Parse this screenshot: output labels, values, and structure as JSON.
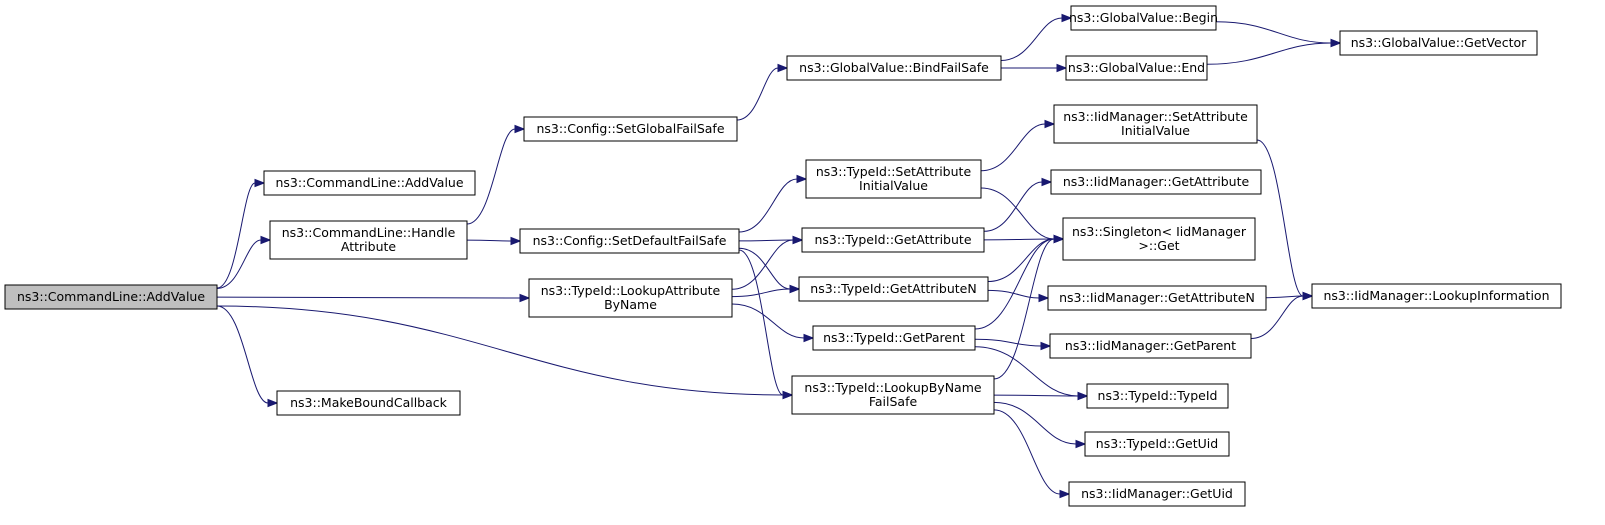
{
  "diagram": {
    "type": "call-graph",
    "nodes": [
      {
        "id": "root",
        "lines": [
          "ns3::CommandLine::AddValue"
        ],
        "highlighted": true
      },
      {
        "id": "cl_addvalue",
        "lines": [
          "ns3::CommandLine::AddValue"
        ]
      },
      {
        "id": "cl_handleattr",
        "lines": [
          "ns3::CommandLine::Handle",
          "Attribute"
        ]
      },
      {
        "id": "make_bound",
        "lines": [
          "ns3::MakeBoundCallback"
        ]
      },
      {
        "id": "cfg_setglobal",
        "lines": [
          "ns3::Config::SetGlobalFailSafe"
        ]
      },
      {
        "id": "cfg_setdefault",
        "lines": [
          "ns3::Config::SetDefaultFailSafe"
        ]
      },
      {
        "id": "tid_lookupattr",
        "lines": [
          "ns3::TypeId::LookupAttribute",
          "ByName"
        ]
      },
      {
        "id": "gv_bindfailsafe",
        "lines": [
          "ns3::GlobalValue::BindFailSafe"
        ]
      },
      {
        "id": "gv_begin",
        "lines": [
          "ns3::GlobalValue::Begin"
        ]
      },
      {
        "id": "gv_end",
        "lines": [
          "ns3::GlobalValue::End"
        ]
      },
      {
        "id": "gv_getvector",
        "lines": [
          "ns3::GlobalValue::GetVector"
        ]
      },
      {
        "id": "tid_setattrinit",
        "lines": [
          "ns3::TypeId::SetAttribute",
          "InitialValue"
        ]
      },
      {
        "id": "tid_getattr",
        "lines": [
          "ns3::TypeId::GetAttribute"
        ]
      },
      {
        "id": "tid_getattrn",
        "lines": [
          "ns3::TypeId::GetAttributeN"
        ]
      },
      {
        "id": "tid_getparent",
        "lines": [
          "ns3::TypeId::GetParent"
        ]
      },
      {
        "id": "tid_lookupbyname",
        "lines": [
          "ns3::TypeId::LookupByName",
          "FailSafe"
        ]
      },
      {
        "id": "iid_setattrinit",
        "lines": [
          "ns3::IidManager::SetAttribute",
          "InitialValue"
        ]
      },
      {
        "id": "iid_getattr",
        "lines": [
          "ns3::IidManager::GetAttribute"
        ]
      },
      {
        "id": "singleton_get",
        "lines": [
          "ns3::Singleton< IidManager",
          ">::Get"
        ]
      },
      {
        "id": "iid_getattrn",
        "lines": [
          "ns3::IidManager::GetAttributeN"
        ]
      },
      {
        "id": "iid_getparent",
        "lines": [
          "ns3::IidManager::GetParent"
        ]
      },
      {
        "id": "tid_typeid",
        "lines": [
          "ns3::TypeId::TypeId"
        ]
      },
      {
        "id": "tid_getuid",
        "lines": [
          "ns3::TypeId::GetUid"
        ]
      },
      {
        "id": "iid_getuid",
        "lines": [
          "ns3::IidManager::GetUid"
        ]
      },
      {
        "id": "iid_lookupinfo",
        "lines": [
          "ns3::IidManager::LookupInformation"
        ]
      }
    ],
    "edges": [
      [
        "root",
        "cl_addvalue"
      ],
      [
        "root",
        "cl_handleattr"
      ],
      [
        "root",
        "tid_lookupattr"
      ],
      [
        "root",
        "tid_lookupbyname"
      ],
      [
        "root",
        "make_bound"
      ],
      [
        "cl_handleattr",
        "cfg_setglobal"
      ],
      [
        "cl_handleattr",
        "cfg_setdefault"
      ],
      [
        "cfg_setglobal",
        "gv_bindfailsafe"
      ],
      [
        "gv_bindfailsafe",
        "gv_begin"
      ],
      [
        "gv_bindfailsafe",
        "gv_end"
      ],
      [
        "gv_begin",
        "gv_getvector"
      ],
      [
        "gv_end",
        "gv_getvector"
      ],
      [
        "cfg_setdefault",
        "tid_setattrinit"
      ],
      [
        "cfg_setdefault",
        "tid_getattr"
      ],
      [
        "cfg_setdefault",
        "tid_getattrn"
      ],
      [
        "cfg_setdefault",
        "tid_lookupbyname"
      ],
      [
        "tid_lookupattr",
        "tid_getattr"
      ],
      [
        "tid_lookupattr",
        "tid_getattrn"
      ],
      [
        "tid_lookupattr",
        "tid_getparent"
      ],
      [
        "tid_setattrinit",
        "iid_setattrinit"
      ],
      [
        "tid_setattrinit",
        "singleton_get"
      ],
      [
        "tid_getattr",
        "iid_getattr"
      ],
      [
        "tid_getattr",
        "singleton_get"
      ],
      [
        "tid_getattrn",
        "singleton_get"
      ],
      [
        "tid_getattrn",
        "iid_getattrn"
      ],
      [
        "tid_getparent",
        "singleton_get"
      ],
      [
        "tid_getparent",
        "iid_getparent"
      ],
      [
        "tid_getparent",
        "tid_typeid"
      ],
      [
        "tid_lookupbyname",
        "singleton_get"
      ],
      [
        "tid_lookupbyname",
        "tid_typeid"
      ],
      [
        "tid_lookupbyname",
        "tid_getuid"
      ],
      [
        "tid_lookupbyname",
        "iid_getuid"
      ],
      [
        "iid_setattrinit",
        "iid_lookupinfo"
      ],
      [
        "iid_getattrn",
        "iid_lookupinfo"
      ],
      [
        "iid_getparent",
        "iid_lookupinfo"
      ]
    ],
    "colors": {
      "edge": "#191970",
      "node_border": "#000000",
      "node_fill": "#ffffff",
      "root_fill": "#bfbfbf",
      "background": "#ffffff"
    }
  }
}
